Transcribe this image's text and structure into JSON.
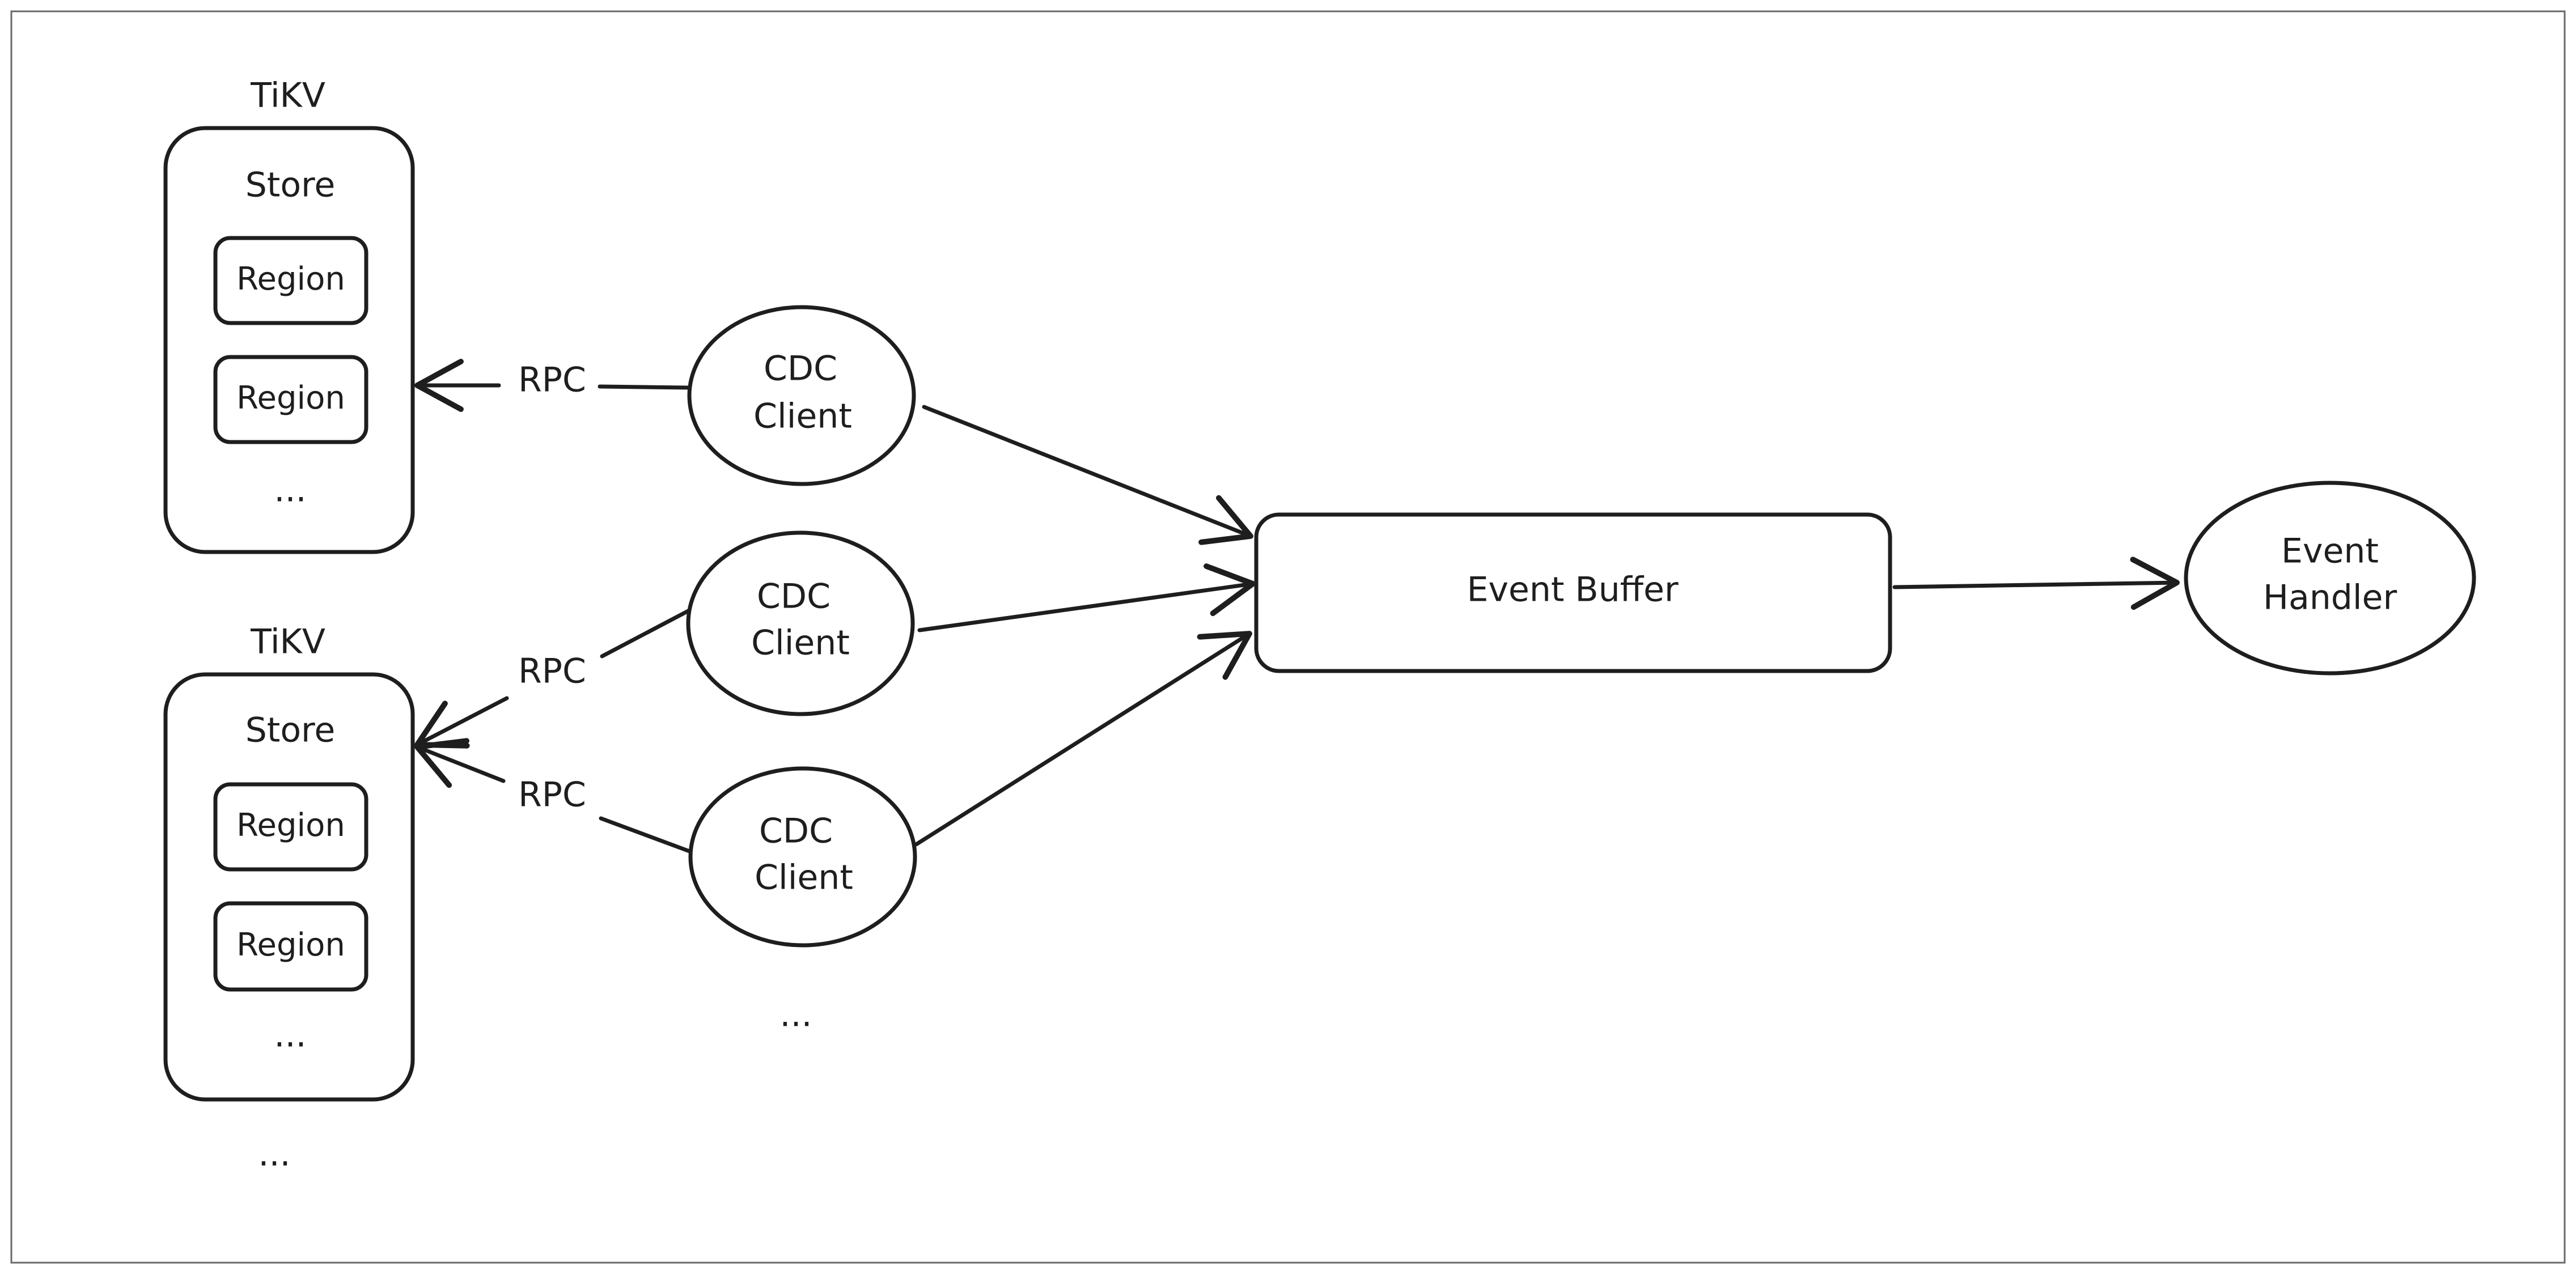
{
  "tikv_groups": [
    {
      "title": "TiKV",
      "store_label": "Store",
      "regions": [
        "Region",
        "Region"
      ],
      "more": "..."
    },
    {
      "title": "TiKV",
      "store_label": "Store",
      "regions": [
        "Region",
        "Region"
      ],
      "more": "..."
    }
  ],
  "more_tikv": "...",
  "cdc_clients": [
    {
      "line1": "CDC",
      "line2": "Client"
    },
    {
      "line1": "CDC",
      "line2": "Client"
    },
    {
      "line1": "CDC",
      "line2": "Client"
    }
  ],
  "more_clients": "...",
  "rpc_labels": [
    "RPC",
    "RPC",
    "RPC"
  ],
  "event_buffer": "Event Buffer",
  "event_handler": {
    "line1": "Event",
    "line2": "Handler"
  },
  "colors": {
    "stroke": "#1e1e1e",
    "background": "#ffffff",
    "frame": "#6a6a6a"
  }
}
